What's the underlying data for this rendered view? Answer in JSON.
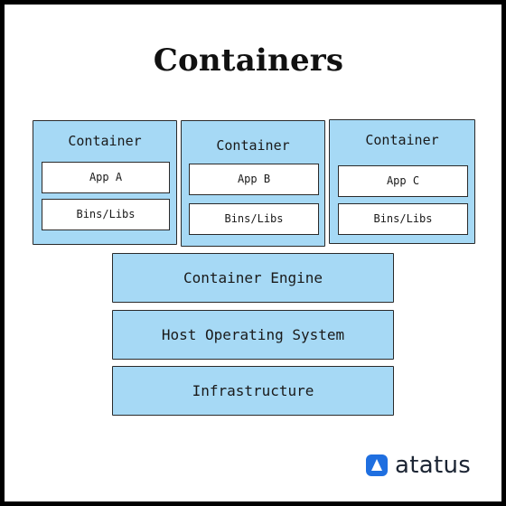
{
  "title": "Containers",
  "containers": [
    {
      "label": "Container",
      "app": "App A",
      "bins": "Bins/Libs"
    },
    {
      "label": "Container",
      "app": "App B",
      "bins": "Bins/Libs"
    },
    {
      "label": "Container",
      "app": "App C",
      "bins": "Bins/Libs"
    }
  ],
  "layers": {
    "engine": "Container Engine",
    "host_os": "Host Operating System",
    "infrastructure": "Infrastructure"
  },
  "brand": {
    "name": "atatus",
    "icon": "atatus-logo-icon",
    "color": "#1f6fe0"
  },
  "colors": {
    "box_fill": "#a6d9f5",
    "inner_fill": "#ffffff",
    "outline": "#2a2a2a"
  }
}
